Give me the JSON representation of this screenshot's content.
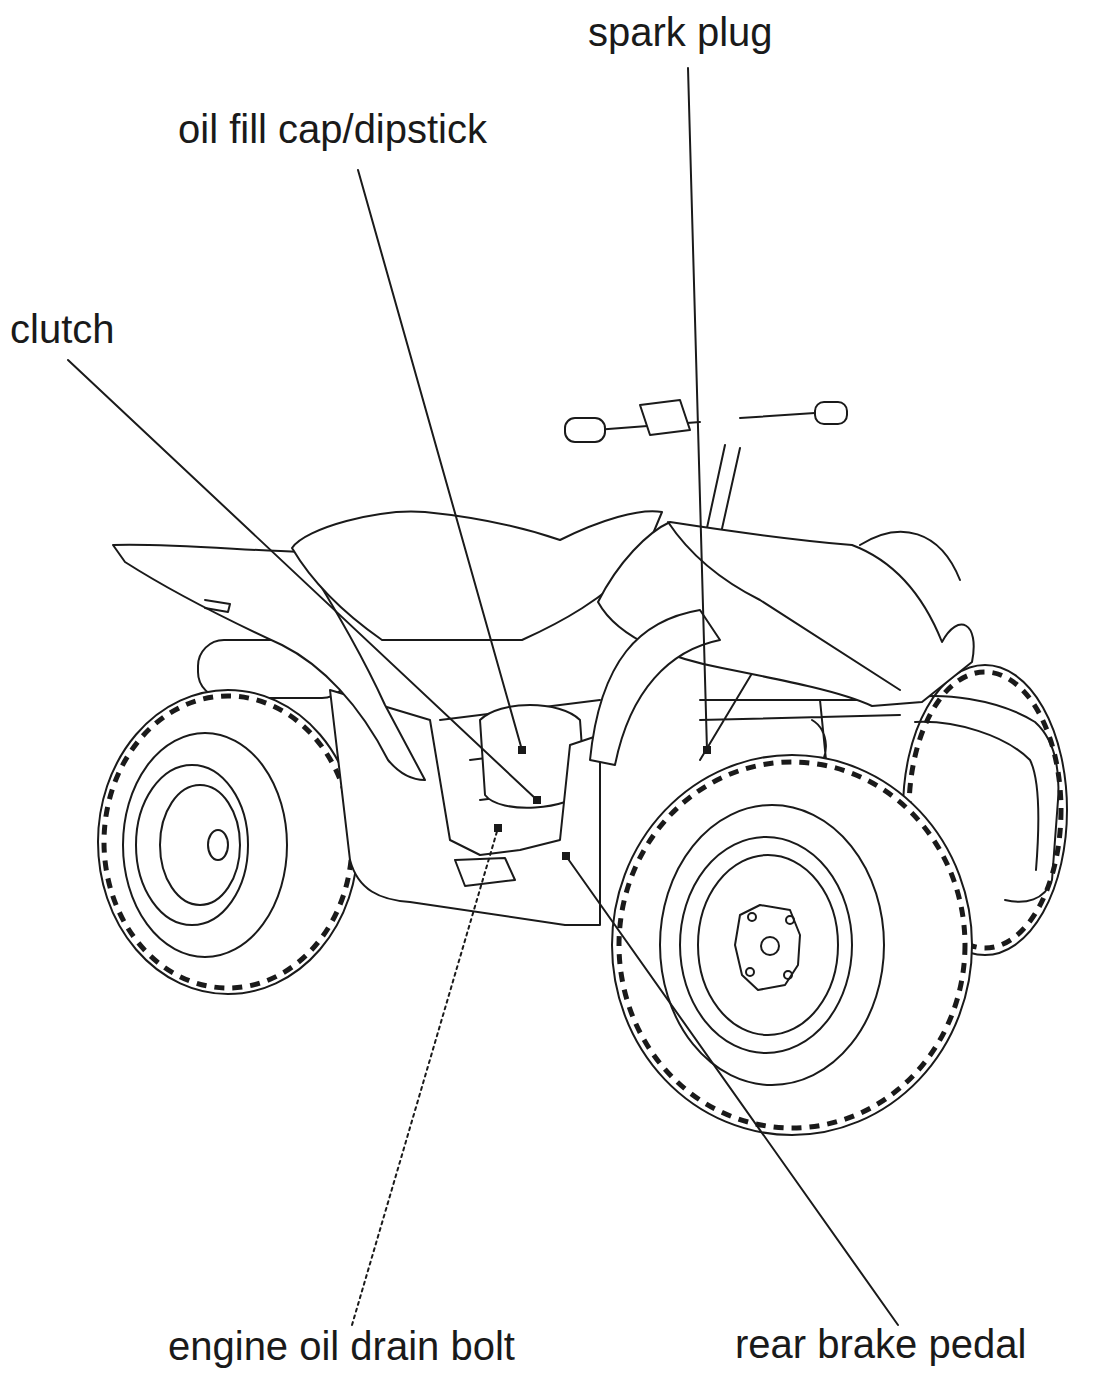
{
  "diagram": {
    "labels": [
      "spark plug",
      "oil fill cap/dipstick",
      "clutch",
      "engine oil drain bolt",
      "rear brake pedal"
    ]
  }
}
